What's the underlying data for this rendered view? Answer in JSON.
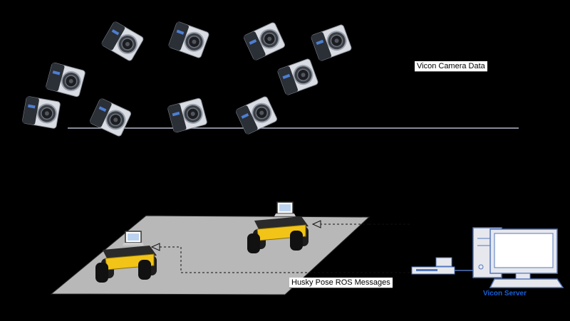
{
  "labels": {
    "vicon_camera_data": "Vicon Camera Data",
    "husky_pose_ros_messages": "Husky Pose ROS Messages",
    "vicon_server": "Vicon Server"
  },
  "icons": {
    "camera": "vicon-camera-icon",
    "robot": "husky-robot-icon",
    "network_switch": "network-switch-icon",
    "computer": "desktop-computer-icon"
  },
  "colors": {
    "background": "#000000",
    "floor": "#b8b8b8",
    "camera_line": "#b0b8c8",
    "robot_body": "#f2c418",
    "server_label": "#1a5fd6"
  }
}
